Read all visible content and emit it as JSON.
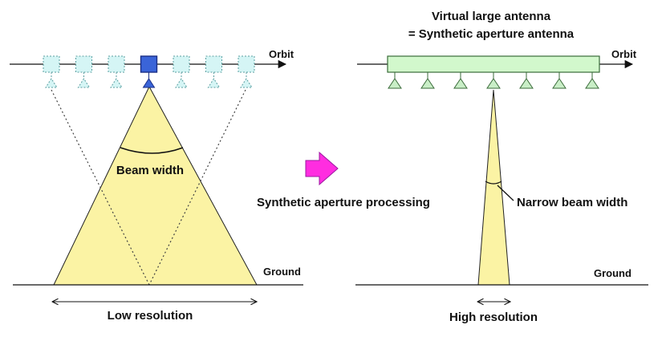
{
  "left_panel": {
    "orbit_label": "Orbit",
    "beam_label": "Beam width",
    "ground_label": "Ground",
    "resolution_label": "Low resolution",
    "satellite_positions": 7,
    "active_position_index": 3
  },
  "center": {
    "process_label": "Synthetic aperture processing"
  },
  "right_panel": {
    "title_line1": "Virtual large antenna",
    "title_line2": "= Synthetic aperture antenna",
    "orbit_label": "Orbit",
    "beam_label": "Narrow beam width",
    "ground_label": "Ground",
    "resolution_label": "High resolution",
    "antenna_elements": 7
  },
  "colors": {
    "beam_fill": "#fbf3a4",
    "ghost_box_fill": "#d5f5f5",
    "ghost_box_stroke": "#5a9ea0",
    "active_box_fill": "#3a64d8",
    "active_box_stroke": "#1b2f86",
    "virtual_antenna_fill": "#d2f8cc",
    "virtual_antenna_stroke": "#3a6b3a",
    "element_fill": "#c9eec7",
    "arrow_fill": "#ff2de0",
    "arrow_stroke": "#9b1aa0"
  }
}
